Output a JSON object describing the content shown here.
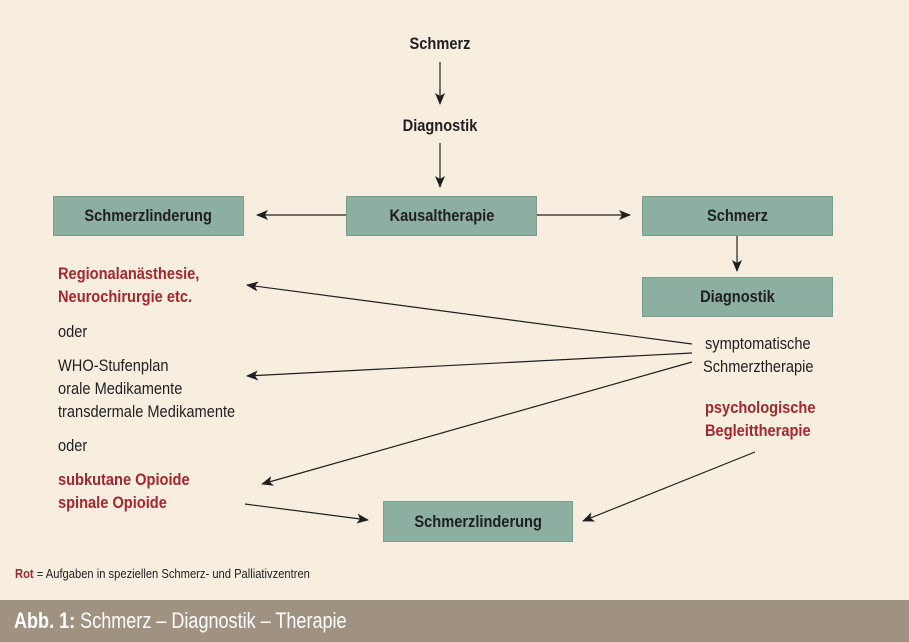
{
  "nodes": {
    "top_schmerz": "Schmerz",
    "top_diagnostik": "Diagnostik",
    "kausaltherapie": "Kausaltherapie",
    "left_schmerzlinderung": "Schmerzlinderung",
    "right_schmerz": "Schmerz",
    "right_diagnostik": "Diagnostik",
    "bottom_schmerzlinderung": "Schmerzlinderung",
    "symptomatische_1": "symptomatische",
    "symptomatische_2": "Schmerztherapie",
    "psych_1": "psychologische",
    "psych_2": "Begleittherapie",
    "regional_1": "Regionalanästhesie,",
    "regional_2": "Neurochirurgie etc.",
    "oder_1": "oder",
    "who_1": "WHO-Stufenplan",
    "who_2": "orale Medikamente",
    "who_3": "transdermale Medikamente",
    "oder_2": "oder",
    "opioide_1": "subkutane Opioide",
    "opioide_2": "spinale Opioide"
  },
  "legend": {
    "key": "Rot",
    "text": "= Aufgaben in speziellen Schmerz- und Palliativzentren"
  },
  "caption": {
    "number": "Abb. 1:",
    "title": "Schmerz – Diagnostik – Therapie"
  },
  "colors": {
    "background": "#f7eedf",
    "box": "#8cafa1",
    "highlight_red": "#a3272c",
    "caption_bar": "#a09281"
  }
}
